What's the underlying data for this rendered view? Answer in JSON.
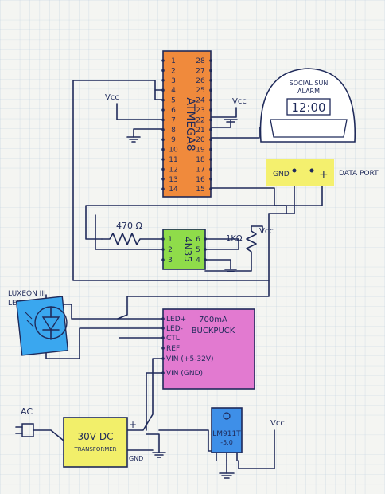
{
  "colors": {
    "paper": "#f4f5f2",
    "grid": "#bfcfe0",
    "ink": "#1f2a5a",
    "atmega": "#f08a3c",
    "optocoupler": "#8fdc4a",
    "buckpuck": "#e27ad0",
    "transformer": "#f2ef6a",
    "data_port": "#f4f06e",
    "leds": "#3aa7ef",
    "regulator": "#3e8fe8"
  },
  "atmega": {
    "label": "ATMEGA8",
    "left_pins": [
      "1",
      "2",
      "3",
      "4",
      "5",
      "6",
      "7",
      "8",
      "9",
      "10",
      "11",
      "12",
      "13",
      "14"
    ],
    "right_pins": [
      "28",
      "27",
      "26",
      "25",
      "24",
      "23",
      "22",
      "21",
      "20",
      "19",
      "18",
      "17",
      "16",
      "15"
    ]
  },
  "vcc": {
    "label": "Vcc"
  },
  "clock": {
    "title_line1": "SOCIAL SUN",
    "title_line2": "ALARM",
    "time": "12:00"
  },
  "data_port": {
    "gnd": "GND",
    "plus": "+",
    "label": "DATA PORT"
  },
  "resistor_470": {
    "label": "470 Ω"
  },
  "resistor_1k": {
    "label": "1KΩ"
  },
  "optocoupler": {
    "label": "4N35",
    "left_pins": [
      "1",
      "2",
      "3"
    ],
    "right_pins": [
      "6",
      "5",
      "4"
    ]
  },
  "leds": {
    "label_line1": "LUXEON III",
    "label_line2": "LEDS"
  },
  "buckpuck": {
    "title_line1": "700mA",
    "title_line2": "BUCKPUCK",
    "pins": [
      "LED+",
      "LED-",
      "CTL",
      "REF",
      "VIN (+5-32V)",
      "VIN (GND)"
    ]
  },
  "ac": {
    "label": "AC"
  },
  "transformer": {
    "label_line1": "30V DC",
    "label_line2": "TRANSFORMER",
    "plus": "+",
    "gnd": "GND"
  },
  "regulator": {
    "label_line1": "LM911T",
    "label_line2": "-5.0"
  }
}
